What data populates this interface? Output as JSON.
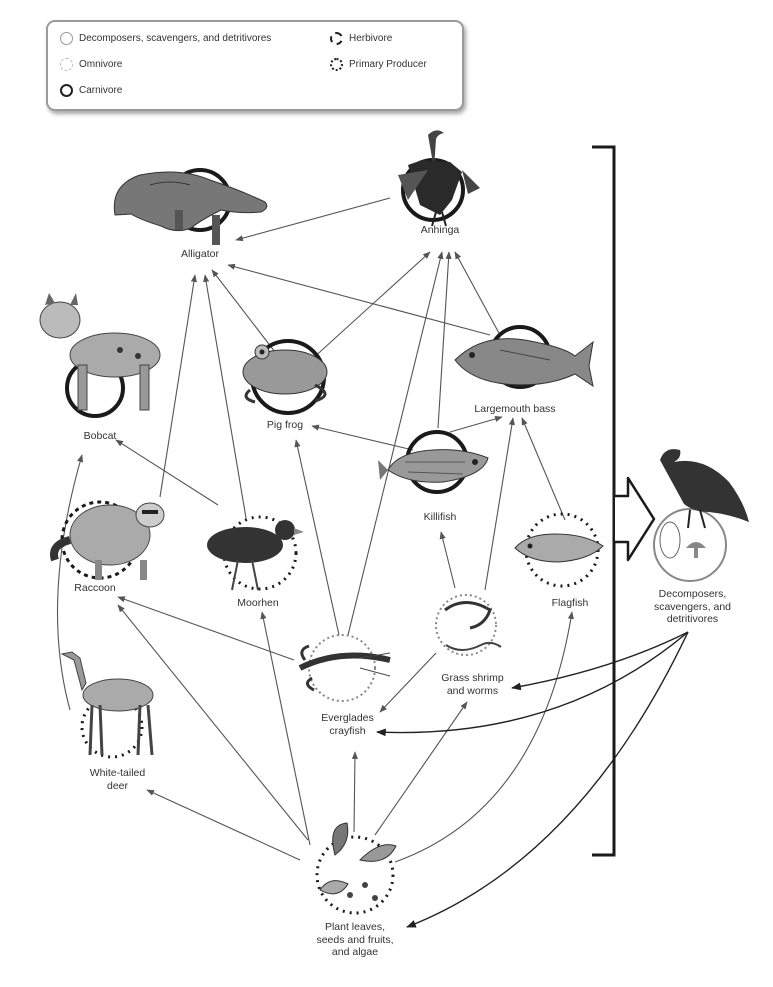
{
  "legend": {
    "decomposers": "Decomposers, scavengers, and detritivores",
    "omnivore": "Omnivore",
    "carnivore": "Carnivore",
    "herbivore": "Herbivore",
    "primary_producer": "Primary Producer"
  },
  "organisms": {
    "alligator": "Alligator",
    "anhinga": "Anhinga",
    "bobcat": "Bobcat",
    "pig_frog": "Pig frog",
    "largemouth_bass": "Largemouth bass",
    "killifish": "Killifish",
    "raccoon": "Raccoon",
    "moorhen": "Moorhen",
    "flagfish": "Flagfish",
    "everglades_crayfish": "Everglades\ncrayfish",
    "grass_shrimp": "Grass shrimp\nand worms",
    "white_tailed_deer": "White-tailed\ndeer",
    "plants": "Plant leaves,\nseeds and fruits,\nand algae",
    "decomposers": "Decomposers,\nscavengers, and\ndetritivores"
  },
  "colors": {
    "line": "#555555",
    "ring": "#1a1a1a",
    "legend_border": "#9a9a9a"
  }
}
